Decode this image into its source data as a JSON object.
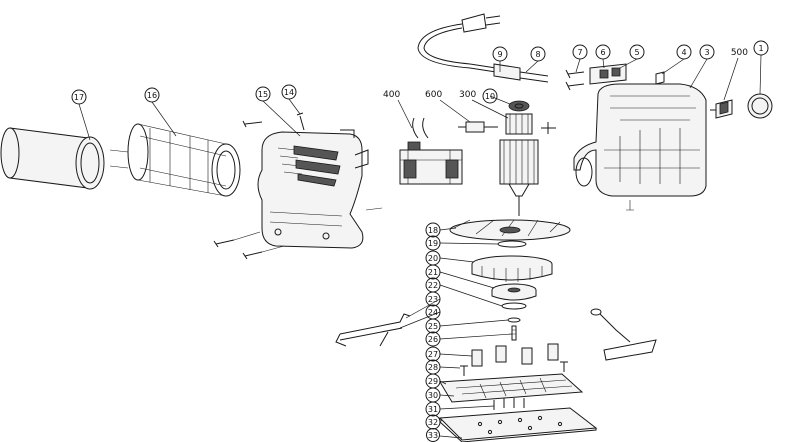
{
  "diagram": {
    "type": "exploded-parts-view",
    "callouts": [
      {
        "id": "c1",
        "label": "1"
      },
      {
        "id": "c3",
        "label": "3"
      },
      {
        "id": "c4",
        "label": "4"
      },
      {
        "id": "c5",
        "label": "5"
      },
      {
        "id": "c6",
        "label": "6"
      },
      {
        "id": "c7",
        "label": "7"
      },
      {
        "id": "c8",
        "label": "8"
      },
      {
        "id": "c9",
        "label": "9"
      },
      {
        "id": "c10",
        "label": "10"
      },
      {
        "id": "c14",
        "label": "14"
      },
      {
        "id": "c15",
        "label": "15"
      },
      {
        "id": "c16",
        "label": "16"
      },
      {
        "id": "c17",
        "label": "17"
      },
      {
        "id": "c18",
        "label": "18"
      },
      {
        "id": "c19",
        "label": "19"
      },
      {
        "id": "c20",
        "label": "20"
      },
      {
        "id": "c21",
        "label": "21"
      },
      {
        "id": "c22",
        "label": "22"
      },
      {
        "id": "c23",
        "label": "23"
      },
      {
        "id": "c24",
        "label": "24"
      },
      {
        "id": "c25",
        "label": "25"
      },
      {
        "id": "c26",
        "label": "26"
      },
      {
        "id": "c27",
        "label": "27"
      },
      {
        "id": "c28",
        "label": "28"
      },
      {
        "id": "c29",
        "label": "29"
      },
      {
        "id": "c30",
        "label": "30"
      },
      {
        "id": "c31",
        "label": "31"
      },
      {
        "id": "c32",
        "label": "32"
      },
      {
        "id": "c33",
        "label": "33"
      }
    ],
    "plain_labels": [
      {
        "id": "p400",
        "label": "400"
      },
      {
        "id": "p600",
        "label": "600"
      },
      {
        "id": "p300",
        "label": "300"
      },
      {
        "id": "p500",
        "label": "500"
      }
    ]
  }
}
